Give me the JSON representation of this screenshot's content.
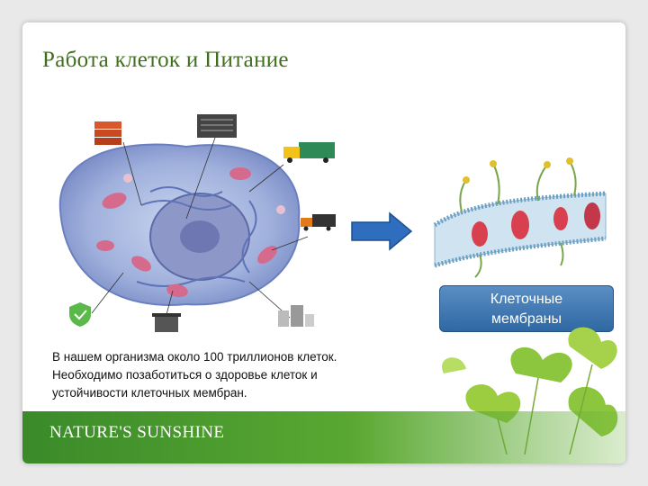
{
  "slide": {
    "title": "Работа клеток и Питание",
    "caption_line1": "Клеточные",
    "caption_line2": "мембраны",
    "body_line1": "В нашем организма около 100 триллионов клеток.",
    "body_line2": "Необходимо позаботиться о здоровье клеток и",
    "body_line3": "устойчивости клеточных мембран.",
    "logo_text": "NATURE'S SUNSHINE"
  },
  "colors": {
    "title_green": "#3f6f1c",
    "footer_green": "#3a8a2a",
    "caption_blue": "#2f68a3",
    "arrow_blue": "#2f6ebf"
  },
  "icons": [
    "cell-illustration",
    "factory-icon",
    "server-rack-icon",
    "truck-icon",
    "delivery-truck-icon",
    "shield-check-icon",
    "trash-icon",
    "buildings-icon",
    "arrow-right-icon",
    "membrane-illustration",
    "ginkgo-leaves"
  ]
}
